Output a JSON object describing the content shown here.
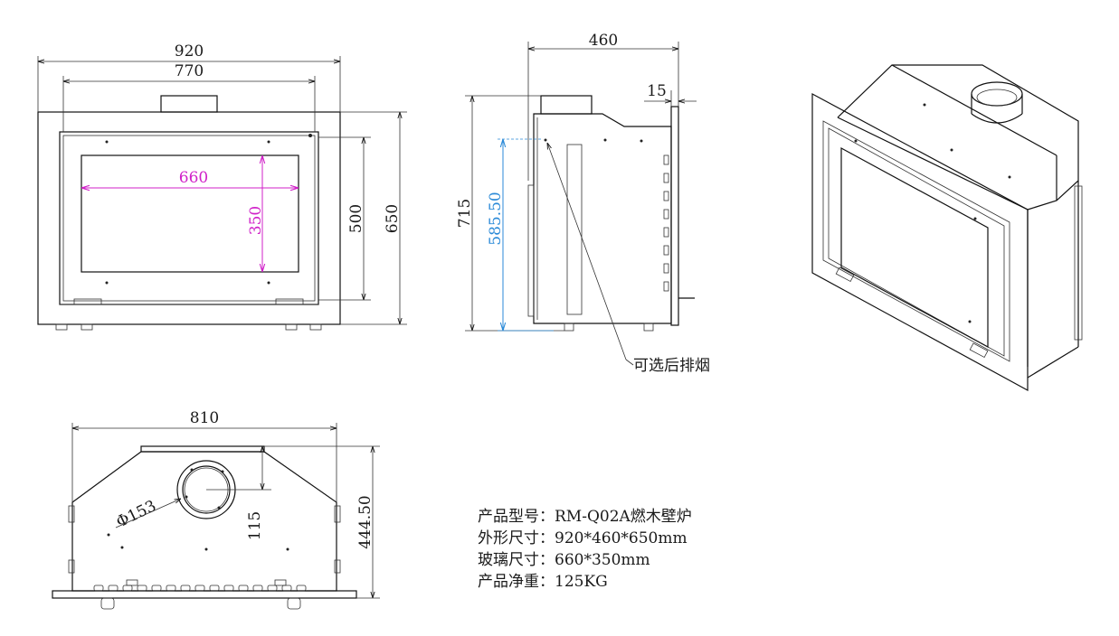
{
  "front_view": {
    "overall_width": "920",
    "frame_width": "770",
    "glass_width": "660",
    "glass_height": "350",
    "door_height": "500",
    "overall_height": "650"
  },
  "side_view": {
    "depth": "460",
    "frame_thickness": "15",
    "total_height": "715",
    "flue_height": "585.50",
    "rear_flue_note": "可选后排烟"
  },
  "top_view": {
    "width": "810",
    "flue_diameter": "Φ153",
    "flue_offset": "115",
    "depth": "444.50"
  },
  "specs": [
    "产品型号：RM-Q02A燃木壁炉",
    "外形尺寸：920*460*650mm",
    "玻璃尺寸：660*350mm",
    "产品净重：125KG"
  ]
}
